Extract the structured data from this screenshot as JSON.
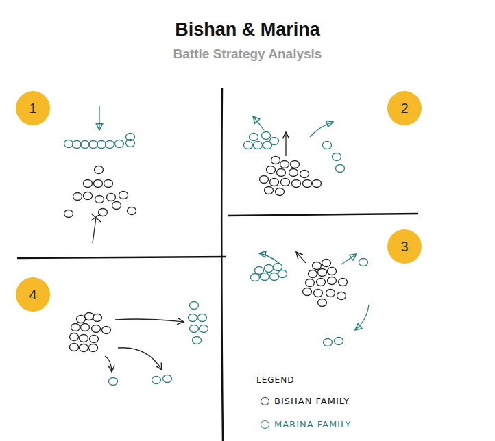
{
  "diagram": {
    "title": "Bishan & Marina",
    "nodes": [
      {
        "text": [
          "1"
        ]
      },
      {
        "text": [
          "2"
        ]
      },
      {
        "text": [
          "3"
        ]
      },
      {
        "text": [
          "4"
        ]
      }
    ],
    "labels": [
      "Battle Strategy Analysis",
      "LEGEND"
    ],
    "legend": [
      {
        "text": "BISHAN FAMILY",
        "color": "#222222"
      },
      {
        "text": "MARINA FAMILY",
        "color": "#2a7f7c"
      }
    ]
  }
}
